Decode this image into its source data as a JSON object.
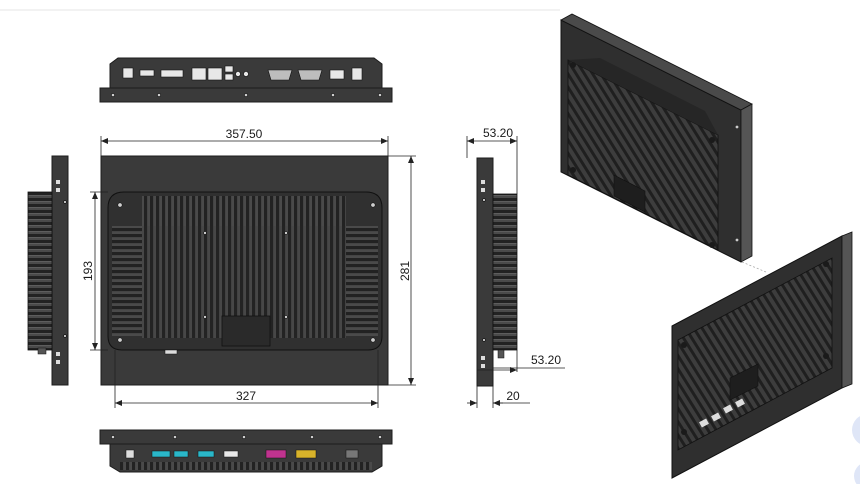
{
  "dimensions": {
    "overall_width": "357.50",
    "overall_height": "281",
    "inner_height": "193",
    "inner_width": "327",
    "depth_top": "53.20",
    "depth_bottom": "53.20",
    "panel_thickness": "20"
  },
  "colors": {
    "chassis": "#3a3a3a",
    "fins": "#262626",
    "port_cyan": "#2ab7c9",
    "port_magenta": "#c0338f",
    "port_yellow": "#d8b32a",
    "accent_circle": "#dfe6f7"
  }
}
